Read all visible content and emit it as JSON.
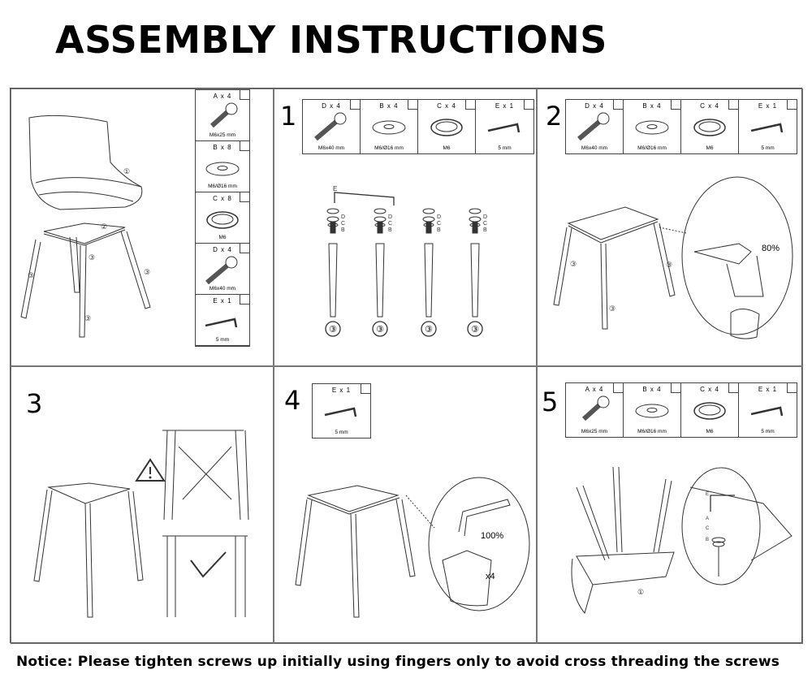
{
  "title": "ASSEMBLY INSTRUCTIONS",
  "notice": "Notice: Please tighten screws up initially using fingers only to avoid cross threading the screws",
  "overview": {
    "parts": [
      {
        "label": "A x 4",
        "type": "bolt-short",
        "dim": "M6x25 mm"
      },
      {
        "label": "B x 8",
        "type": "washer",
        "dim": "M6/Ø16 mm"
      },
      {
        "label": "C x 8",
        "type": "lock-washer",
        "dim": "M6"
      },
      {
        "label": "D x 4",
        "type": "bolt-long",
        "dim": "M6x40 mm"
      },
      {
        "label": "E x 1",
        "type": "hex-key",
        "dim": "5 mm"
      }
    ],
    "callouts": [
      "①",
      "②",
      "③",
      "③",
      "③",
      "③"
    ]
  },
  "steps": [
    {
      "number": "1",
      "parts": [
        {
          "label": "D x 4",
          "type": "bolt-long",
          "dim": "M6x40 mm"
        },
        {
          "label": "B x 4",
          "type": "washer",
          "dim": "M6/Ø16 mm"
        },
        {
          "label": "C x 4",
          "type": "lock-washer",
          "dim": "M6"
        },
        {
          "label": "E x 1",
          "type": "hex-key",
          "dim": "5 mm"
        }
      ],
      "letters": [
        "E",
        "D",
        "C",
        "B"
      ],
      "leg_label": "③"
    },
    {
      "number": "2",
      "parts": [
        {
          "label": "D x 4",
          "type": "bolt-long",
          "dim": "M6x40 mm"
        },
        {
          "label": "B x 4",
          "type": "washer",
          "dim": "M6/Ø16 mm"
        },
        {
          "label": "C x 4",
          "type": "lock-washer",
          "dim": "M6"
        },
        {
          "label": "E x 1",
          "type": "hex-key",
          "dim": "5 mm"
        }
      ],
      "tighten": "80%",
      "callout": "③"
    },
    {
      "number": "3",
      "warning_icon": "warning-icon"
    },
    {
      "number": "4",
      "parts": [
        {
          "label": "E x 1",
          "type": "hex-key",
          "dim": "5 mm"
        }
      ],
      "tighten": "100%",
      "count": "x4"
    },
    {
      "number": "5",
      "parts": [
        {
          "label": "A x 4",
          "type": "bolt-short",
          "dim": "M6x25 mm"
        },
        {
          "label": "B x 4",
          "type": "washer",
          "dim": "M6/Ø16 mm"
        },
        {
          "label": "C x 4",
          "type": "lock-washer",
          "dim": "M6"
        },
        {
          "label": "E x 1",
          "type": "hex-key",
          "dim": "5 mm"
        }
      ],
      "callout": "①",
      "letters": [
        "E",
        "A",
        "C",
        "B"
      ]
    }
  ]
}
